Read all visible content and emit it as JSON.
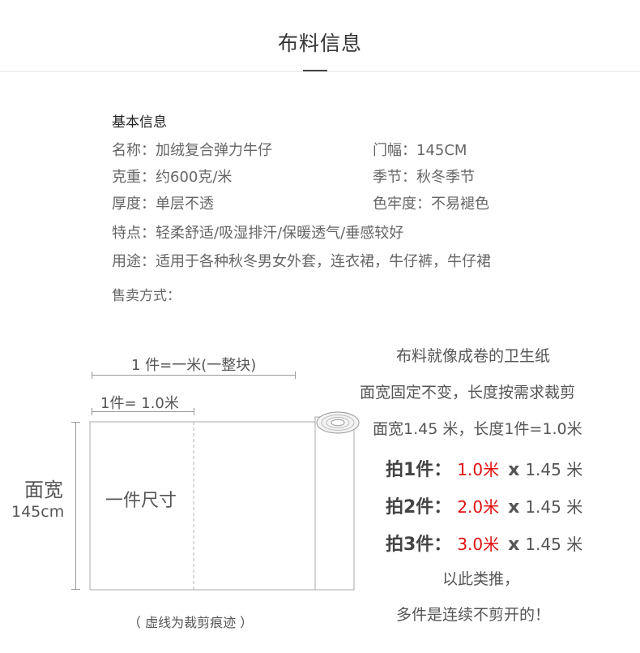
{
  "header": {
    "title": "布料信息"
  },
  "basic": {
    "heading": "基本信息",
    "name": {
      "label": "名称：",
      "value": "加绒复合弹力牛仔"
    },
    "width": {
      "label": "门幅：",
      "value": "145CM"
    },
    "weight": {
      "label": "克重：",
      "value": "约600克/米"
    },
    "season": {
      "label": "季节：",
      "value": "秋冬季节"
    },
    "thickness": {
      "label": "厚度：",
      "value": "单层不透"
    },
    "fastness": {
      "label": "色牢度：",
      "value": "不易褪色"
    },
    "features": {
      "label": "特点：",
      "value": "轻柔舒适/吸湿排汗/保暖透气/垂感较好"
    },
    "usage": {
      "label": "用途：",
      "value": "适用于各种秋冬男女外套，连衣裙，牛仔裤，牛仔裙"
    },
    "sale_method": "售卖方式："
  },
  "diagram": {
    "one_piece_whole": "1 件=一米(一整块)",
    "one_piece_meter": "1件= 1.0米",
    "width_label": "面宽",
    "width_value": "145cm",
    "piece_size": "一件尺寸",
    "dashed_note": "（ 虚线为裁剪痕迹 ）"
  },
  "explain": {
    "line1": "布料就像成卷的卫生纸",
    "line2": "面宽固定不变，长度按需求裁剪",
    "line3": "面宽1.45 米，长度1件=1.0米",
    "orders": [
      {
        "label": "拍1件：",
        "length": "1.0米",
        "x": "x",
        "width": "1.45 米"
      },
      {
        "label": "拍2件：",
        "length": "2.0米",
        "x": "x",
        "width": "1.45 米"
      },
      {
        "label": "拍3件：",
        "length": "3.0米",
        "x": "x",
        "width": "1.45 米"
      }
    ],
    "etc": "以此类推，",
    "continuous": "多件是连续不剪开的！"
  },
  "colors": {
    "accent_red": "#e01010",
    "text": "#666666",
    "heading": "#333333"
  }
}
